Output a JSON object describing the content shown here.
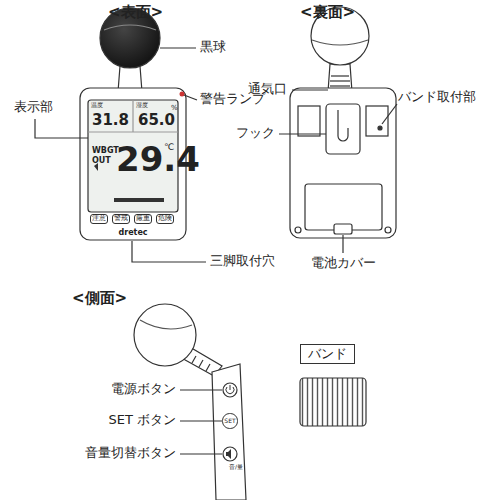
{
  "diagram": {
    "nodes": [
      {
        "text": [
          "バンド"
        ]
      },
      {
        "text": [
          "注意"
        ]
      },
      {
        "text": [
          "警戒"
        ]
      },
      {
        "text": [
          "厳重"
        ]
      },
      {
        "text": [
          "危険"
        ]
      },
      {
        "text": [
          "SET"
        ]
      }
    ],
    "labels": [
      "<表面>",
      "<裏面>",
      "<側面>",
      "黒球",
      "表示部",
      "警告ランプ",
      "三脚取付穴",
      "通気口",
      "バンド取付部",
      "フック",
      "電池カバー",
      "電源ボタン",
      "SET ボタン",
      "音量切替ボタン",
      "温度",
      "31.8",
      "湿度",
      "65.0",
      "%",
      "WBGT",
      "OUT",
      "29.4",
      "℃",
      "dretec",
      "音/量"
    ]
  }
}
